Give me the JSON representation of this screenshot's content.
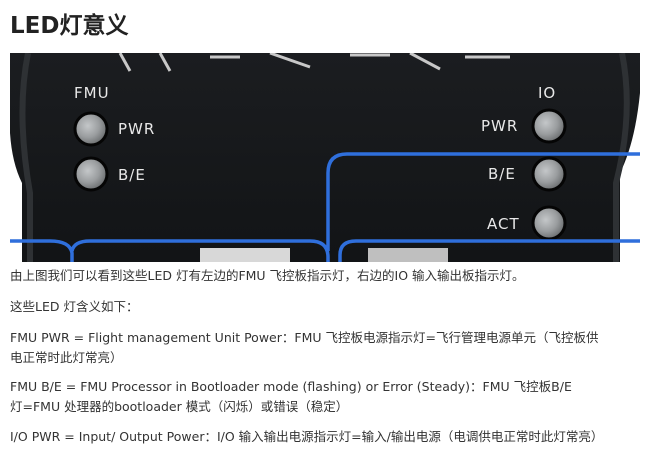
{
  "heading": "LED灯意义",
  "photo": {
    "left_group_label": "FMU",
    "right_group_label": "IO",
    "left_leds": [
      "PWR",
      "B/E"
    ],
    "right_leds": [
      "PWR",
      "B/E",
      "ACT"
    ],
    "colors": {
      "board": "#17191b",
      "board_edge": "#2a2d30",
      "led": "#9a9d9f",
      "highlight": "#2f6fdc",
      "label_text": "#e8e8e8"
    }
  },
  "paragraphs": {
    "p1": "由上图我们可以看到这些LED 灯有左边的FMU 飞控板指示灯，右边的IO 输入输出板指示灯。",
    "p2": "这些LED 灯含义如下：",
    "p3_line1": "FMU PWR = Flight management Unit Power：FMU 飞控板电源指示灯=飞行管理电源单元（飞控板供",
    "p3_line2": "电正常时此灯常亮）",
    "p4_line1": "FMU B/E = FMU Processor in Bootloader mode (flashing) or Error (Steady)：FMU 飞控板B/E",
    "p4_line2": "灯=FMU 处理器的bootloader 模式（闪烁）或错误（稳定）",
    "p5": "I/O PWR = Input/ Output Power：I/O 输入输出电源指示灯=输入/输出电源（电调供电正常时此灯常亮）"
  }
}
